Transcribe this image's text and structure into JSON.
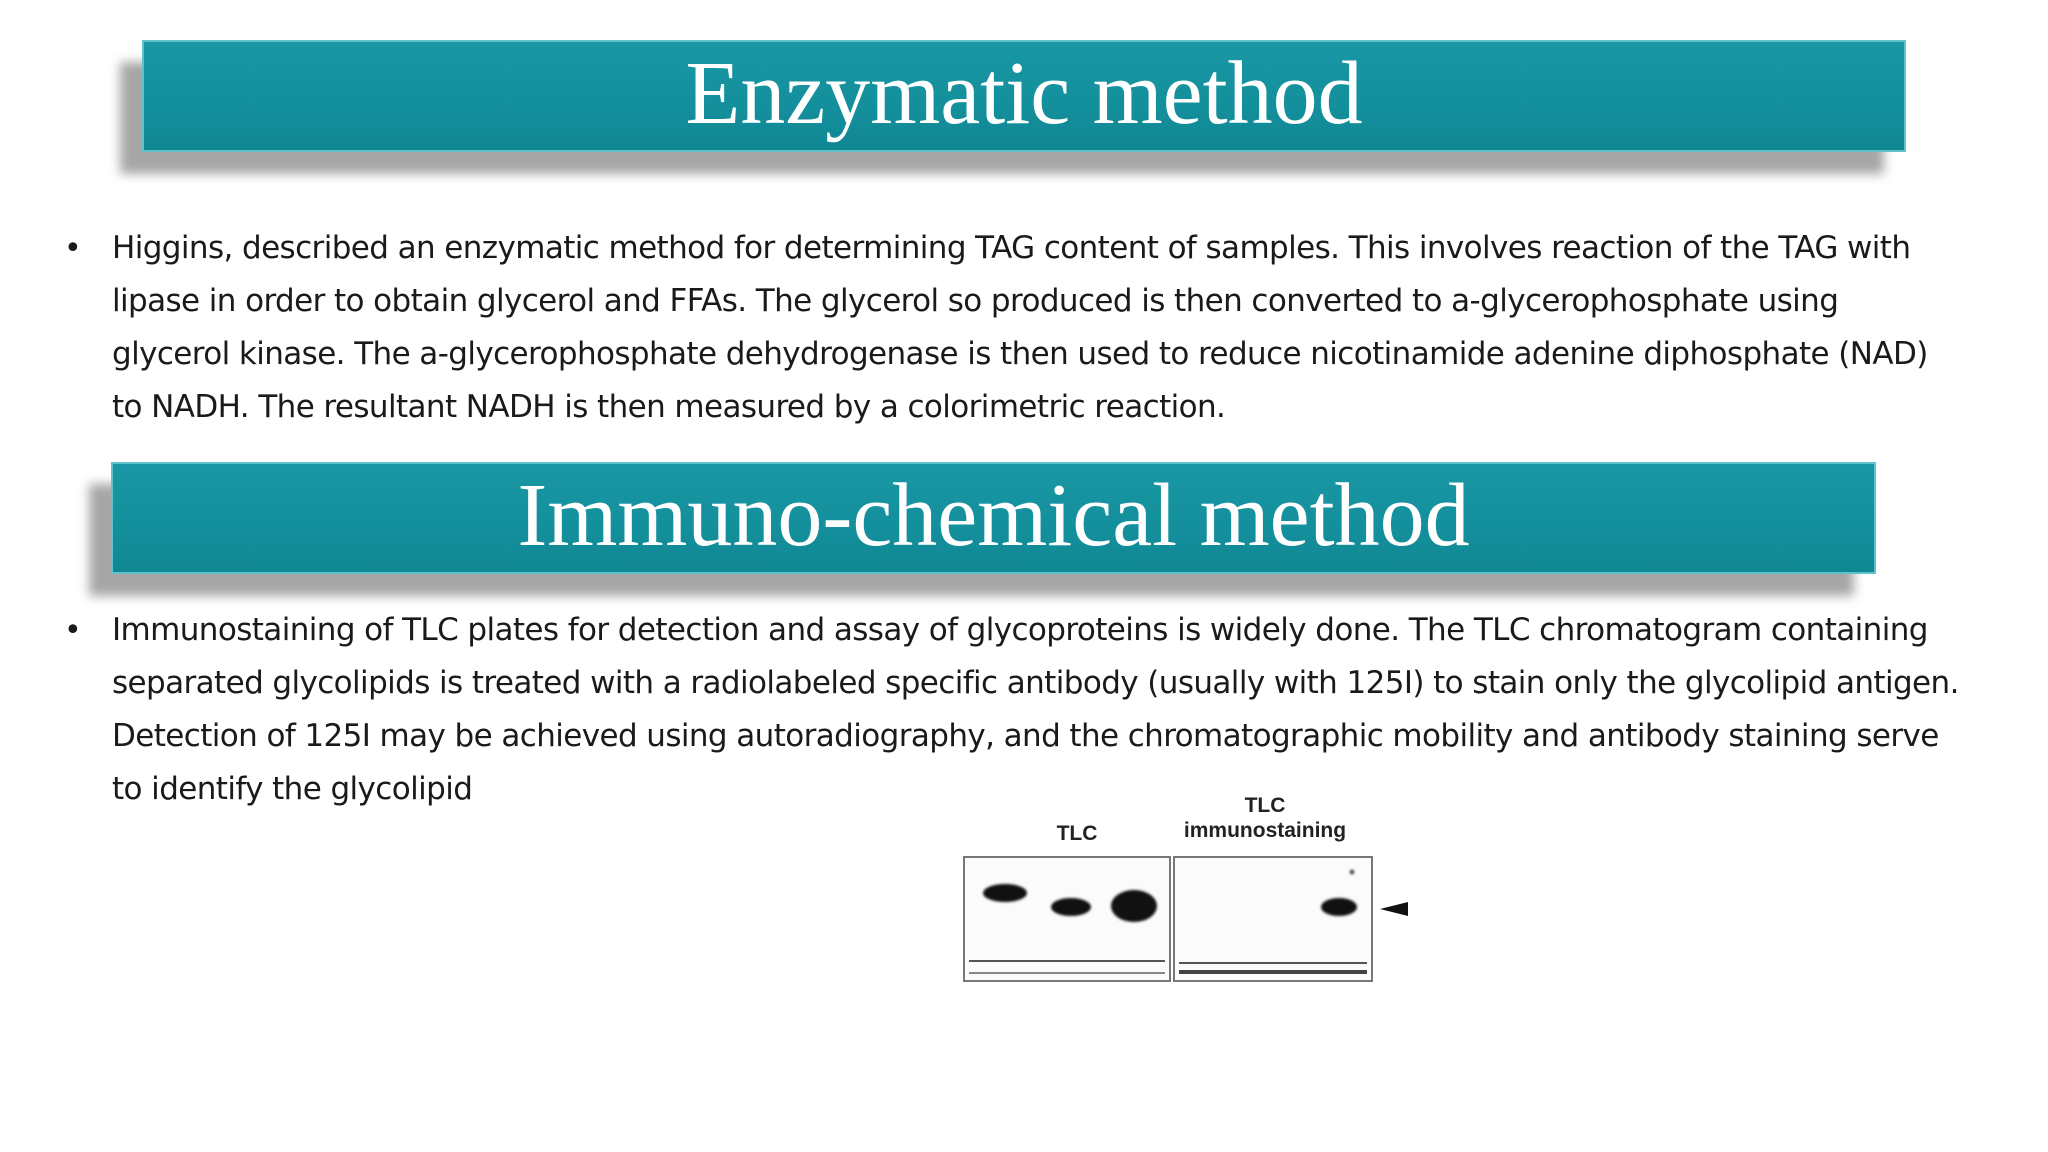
{
  "sections": [
    {
      "title": "Enzymatic method",
      "bullet": "•",
      "text": "Higgins, described an enzymatic method for determining TAG content of samples. This involves reaction of the TAG with lipase in order to obtain glycerol and FFAs. The glycerol so produced is then converted to a-glycerophosphate using glycerol kinase. The a-glycerophosphate dehydrogenase is then used to reduce nicotinamide adenine diphosphate (NAD) to NADH. The resultant NADH is then measured by a colorimetric reaction."
    },
    {
      "title": "Immuno-chemical method",
      "bullet": "•",
      "text": "Immunostaining of TLC plates for detection and assay of glycoproteins is widely done. The TLC chromatogram containing separated glycolipids is treated with a radiolabeled specific antibody (usually with 125I) to stain only the glycolipid antigen. Detection of 125I may be achieved using autoradiography, and the chromatographic mobility and antibody staining serve to identify the glycolipid"
    }
  ],
  "figure": {
    "label_tlc": "TLC",
    "label_immuno_line1": "TLC",
    "label_immuno_line2": "immunostaining"
  },
  "colors": {
    "title_bar": "#14909d",
    "title_text": "#ffffff",
    "body_text": "#1a1a1a"
  }
}
